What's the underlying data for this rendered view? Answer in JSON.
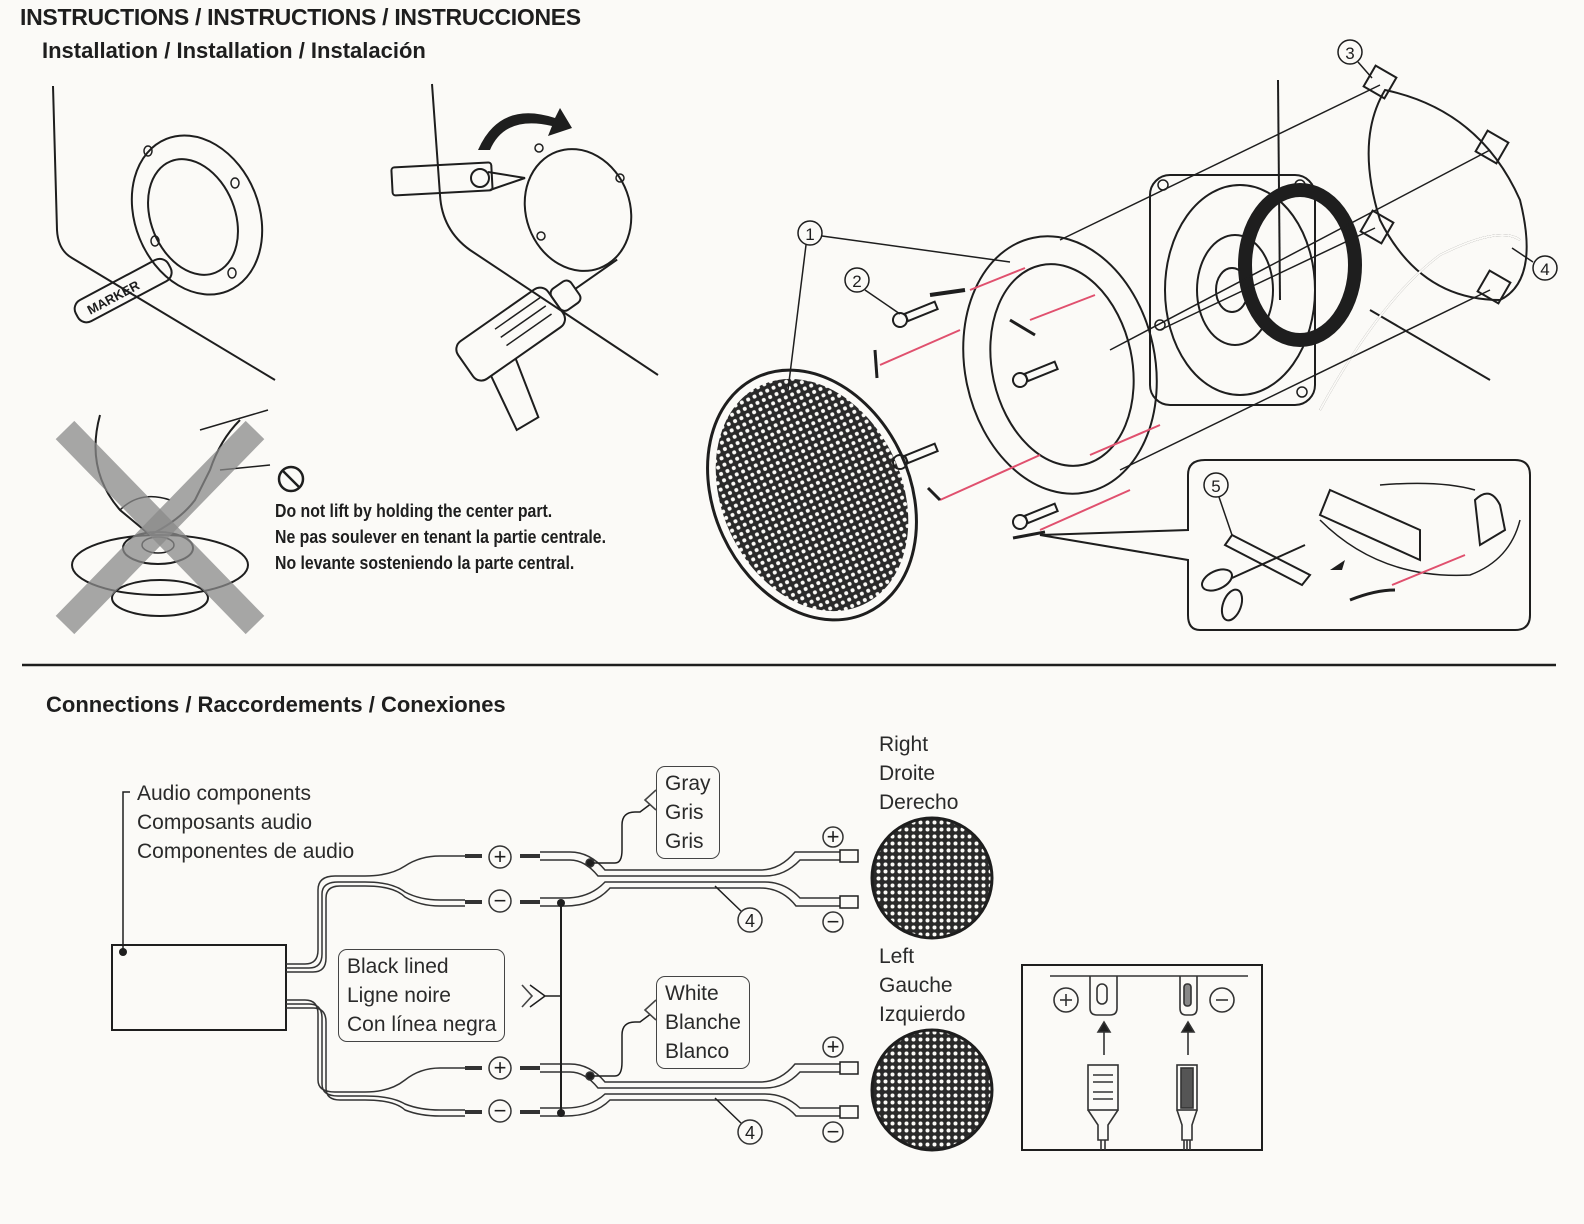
{
  "header": {
    "title": "INSTRUCTIONS / INSTRUCTIONS / INSTRUCCIONES",
    "installation_heading": "Installation / Installation / Instalación"
  },
  "installation": {
    "step1_marker_label": "MARKER",
    "warning": {
      "icon": "prohibited-icon",
      "lines": [
        "Do not lift by holding the center part.",
        "Ne pas soulever en tenant la partie centrale.",
        "No levante sosteniendo la parte central."
      ]
    },
    "part_numbers": [
      "1",
      "2",
      "3",
      "4",
      "5"
    ],
    "accent_color": "#e0506e"
  },
  "connections": {
    "heading": "Connections / Raccordements / Conexiones",
    "audio_components": [
      "Audio components",
      "Composants audio",
      "Componentes de audio"
    ],
    "black_lined": [
      "Black lined",
      "Ligne noire",
      "Con línea negra"
    ],
    "gray": [
      "Gray",
      "Gris",
      "Gris"
    ],
    "white": [
      "White",
      "Blanche",
      "Blanco"
    ],
    "right": [
      "Right",
      "Droite",
      "Derecho"
    ],
    "left": [
      "Left",
      "Gauche",
      "Izquierdo"
    ],
    "plus_symbol": "+",
    "minus_symbol": "−",
    "cable_ref": "4"
  }
}
